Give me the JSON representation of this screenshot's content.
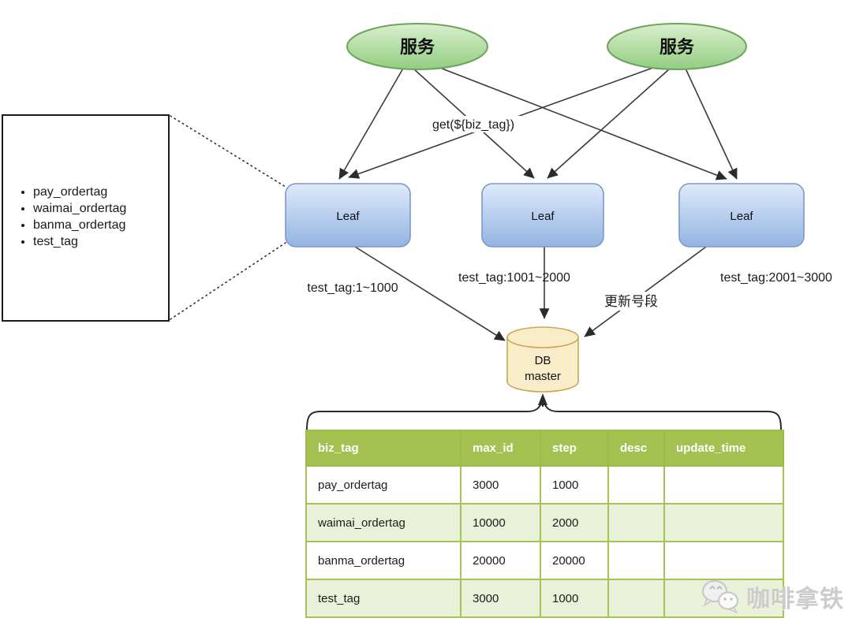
{
  "diagram": {
    "services": [
      {
        "label": "服务"
      },
      {
        "label": "服务"
      }
    ],
    "leaf_nodes": [
      {
        "label": "Leaf"
      },
      {
        "label": "Leaf"
      },
      {
        "label": "Leaf"
      }
    ],
    "db": {
      "line1": "DB",
      "line2": "master"
    },
    "edge_labels": {
      "get_request": "get(${biz_tag})",
      "leaf1_segment": "test_tag:1~1000",
      "leaf2_segment": "test_tag:1001~2000",
      "leaf3_segment": "test_tag:2001~3000",
      "update_segment": "更新号段"
    },
    "callout": {
      "items": [
        "pay_ordertag",
        "waimai_ordertag",
        "banma_ordertag",
        "test_tag"
      ]
    }
  },
  "table": {
    "headers": [
      "biz_tag",
      "max_id",
      "step",
      "desc",
      "update_time"
    ],
    "rows": [
      {
        "biz_tag": "pay_ordertag",
        "max_id": "3000",
        "step": "1000",
        "desc": "",
        "update_time": ""
      },
      {
        "biz_tag": "waimai_ordertag",
        "max_id": "10000",
        "step": "2000",
        "desc": "",
        "update_time": ""
      },
      {
        "biz_tag": "banma_ordertag",
        "max_id": "20000",
        "step": "20000",
        "desc": "",
        "update_time": ""
      },
      {
        "biz_tag": "test_tag",
        "max_id": "3000",
        "step": "1000",
        "desc": "",
        "update_time": ""
      }
    ]
  },
  "watermark": {
    "text": "咖啡拿铁"
  },
  "colors": {
    "service_fill_top": "#d9efcd",
    "service_fill_bottom": "#93cd82",
    "service_stroke": "#6ca45c",
    "leaf_fill_top": "#dfeafb",
    "leaf_fill_bottom": "#92b4e2",
    "leaf_stroke": "#7b99c4",
    "db_fill": "#f8edc8",
    "db_stroke": "#c9ab55",
    "table_header_bg": "#a4c152",
    "table_alt_row": "#e9f1d8",
    "table_border": "#a6c455",
    "line": "#3b3b3b",
    "watermark_gray": "#cccccc"
  }
}
